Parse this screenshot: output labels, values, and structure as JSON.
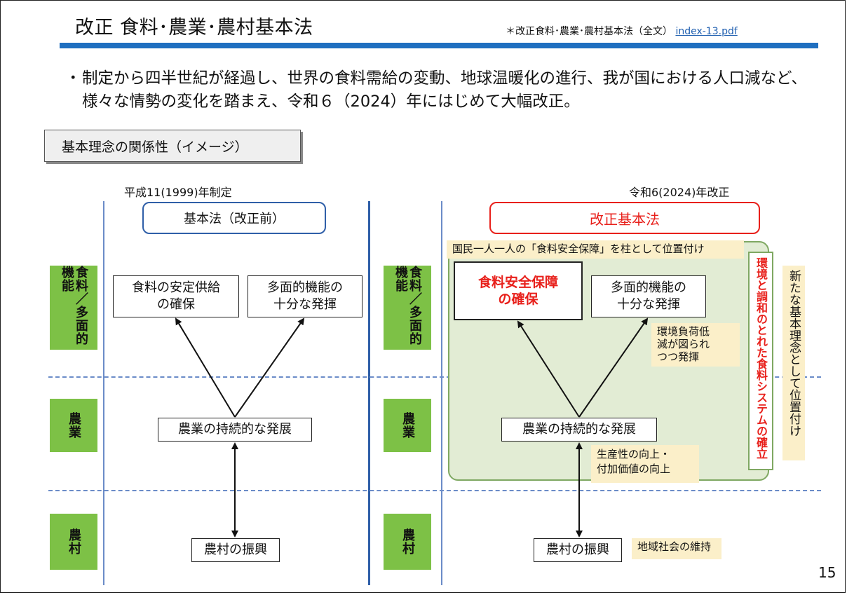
{
  "header": {
    "title": "改正 食料･農業･農村基本法",
    "ref_prefix": "＊改正食料･農業･農村基本法（全文）",
    "ref_link": "index-13.pdf"
  },
  "bullet": {
    "marker": "・",
    "text": "制定から四半世紀が経過し、世界の食料需給の変動、地球温暖化の進行、我が国における人口減など、様々な情勢の変化を踏まえ、令和６（2024）年にはじめて大幅改正。"
  },
  "concept_title": "基本理念の関係性（イメージ）",
  "categories": {
    "food": "食料／多面的機能",
    "agriculture": "農業",
    "rural": "農村"
  },
  "left": {
    "era_label": "平成11(1999)年制定",
    "law_label": "基本法（改正前）",
    "node_food": "食料の安定供給\nの確保",
    "node_multi": "多面的機能の\n十分な発揮",
    "node_agri": "農業の持続的な発展",
    "node_rural": "農村の振興"
  },
  "right": {
    "era_label": "令和6(2024)年改正",
    "law_label": "改正基本法",
    "pillar_tag": "国民一人一人の「食料安全保障」を柱として位置付け",
    "node_food": "食料安全保障\nの確保",
    "node_multi": "多面的機能の\n十分な発揮",
    "env_tag": "環境負荷低\n減が図られ\nつつ発揮",
    "node_agri": "農業の持続的な発展",
    "prod_tag": "生産性の向上・\n付加価値の向上",
    "node_rural": "農村の振興",
    "community_tag": "地域社会の維持",
    "system_label": "環境と調和のとれた食料システムの確立",
    "new_principle": "新たな基本理念として位置付け"
  },
  "page_number": "15",
  "colors": {
    "accent_blue": "#1f6fc0",
    "category_green": "#7dc146",
    "highlight_red": "#e8201b",
    "area_green": "#e2ecd4",
    "tag_yellow": "#fbefc9"
  }
}
